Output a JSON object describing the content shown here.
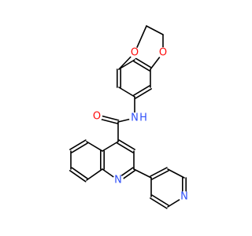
{
  "colors": {
    "bond": "#000000",
    "O": "#ff0d0d",
    "N": "#3050f8",
    "background": "#ffffff"
  },
  "atoms": [
    {
      "id": "O1",
      "label": "O",
      "element": "O"
    },
    {
      "id": "O2",
      "label": "O",
      "element": "O"
    },
    {
      "id": "O3",
      "label": "O",
      "element": "O"
    },
    {
      "id": "N1",
      "label": "N",
      "element": "N"
    },
    {
      "id": "H1",
      "label": "H",
      "element": "N"
    },
    {
      "id": "N2",
      "label": "N",
      "element": "N"
    },
    {
      "id": "N3",
      "label": "N",
      "element": "N"
    }
  ]
}
